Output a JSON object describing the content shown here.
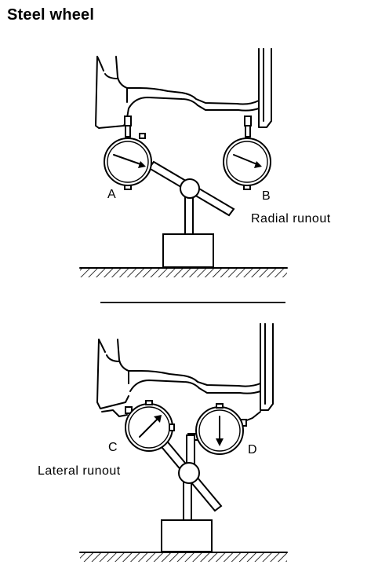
{
  "title": "Steel wheel",
  "radial": {
    "gauge_a": "A",
    "gauge_b": "B",
    "caption": "Radial runout"
  },
  "lateral": {
    "gauge_c": "C",
    "gauge_d": "D",
    "caption": "Lateral runout"
  }
}
